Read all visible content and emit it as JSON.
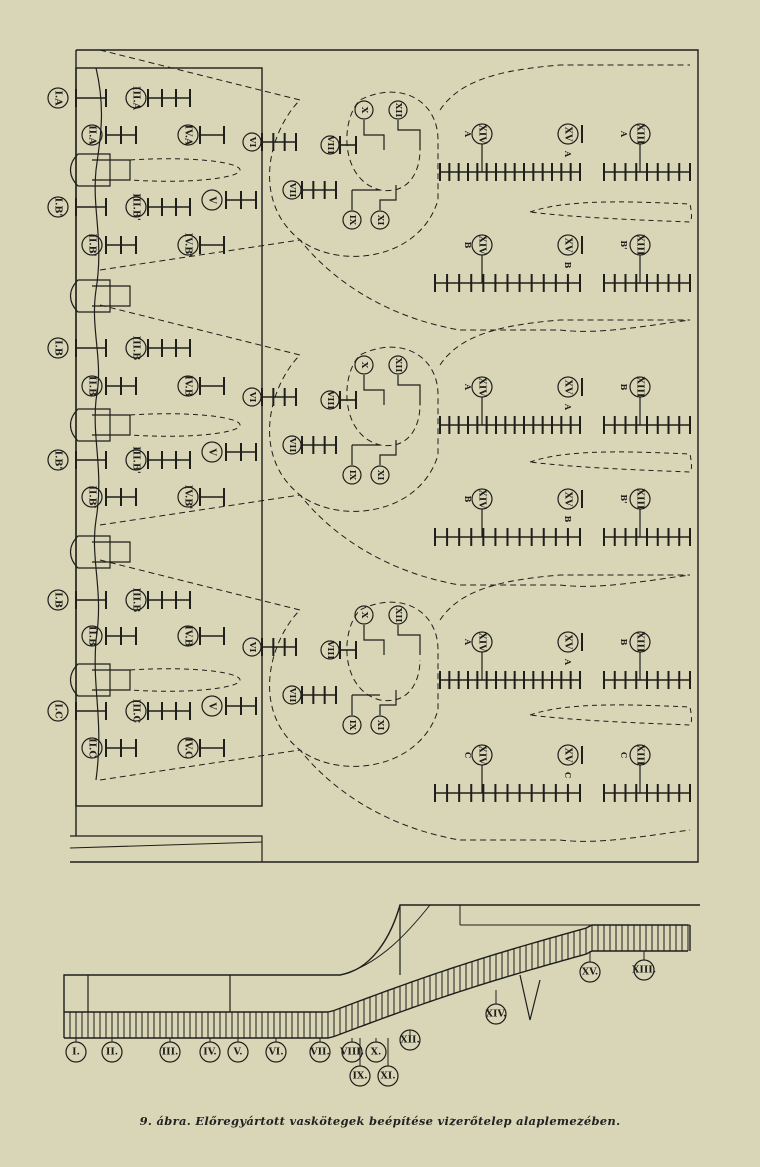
{
  "caption": "9. ábra. Előregyártott vaskötegek beépítése vizerőtelep alaplemezében.",
  "plan": {
    "left_labels": [
      [
        "I.A",
        "II.A",
        "III.A",
        "IV.A"
      ],
      [
        "I.B'",
        "II.B'",
        "III.B'",
        "IV.B'"
      ],
      [
        "I.B",
        "II.B",
        "III.B",
        "IV.B"
      ],
      [
        "I.B'",
        "II.B'",
        "III.B'",
        "IV.B'"
      ],
      [
        "I.B",
        "II.B",
        "III.B",
        "IV.B"
      ],
      [
        "I.C",
        "II.C",
        "III.C",
        "IV.C"
      ]
    ],
    "unit_labels": [
      "V",
      "VI",
      "VII",
      "VIII",
      "IX",
      "X",
      "XI",
      "XII"
    ],
    "unit_labels_top": [
      "V",
      "VII",
      "VIII",
      "IX",
      "X",
      "XI",
      "XII"
    ],
    "right_labels": [
      [
        "XIV",
        "XV",
        "XIII",
        "A",
        "A",
        "A"
      ],
      [
        "XIV",
        "XV",
        "XIII",
        "B",
        "B",
        "B'"
      ],
      [
        "XIV",
        "XV",
        "XIII",
        "A",
        "A",
        "B"
      ],
      [
        "XIV",
        "XV",
        "XIII",
        "B",
        "B",
        "B'"
      ],
      [
        "XIV",
        "XV",
        "XIII",
        "A",
        "A",
        "B"
      ],
      [
        "XIV",
        "XV",
        "XIII",
        "C",
        "C",
        "C"
      ]
    ]
  },
  "section": {
    "bottom_labels": [
      "I.",
      "II.",
      "III.",
      "IV.",
      "V.",
      "VI.",
      "VII.",
      "VIII.",
      "X.",
      "XII."
    ],
    "lower_labels": [
      "IX.",
      "XI."
    ],
    "upper_labels": [
      "XIV.",
      "XV.",
      "XIII."
    ]
  }
}
